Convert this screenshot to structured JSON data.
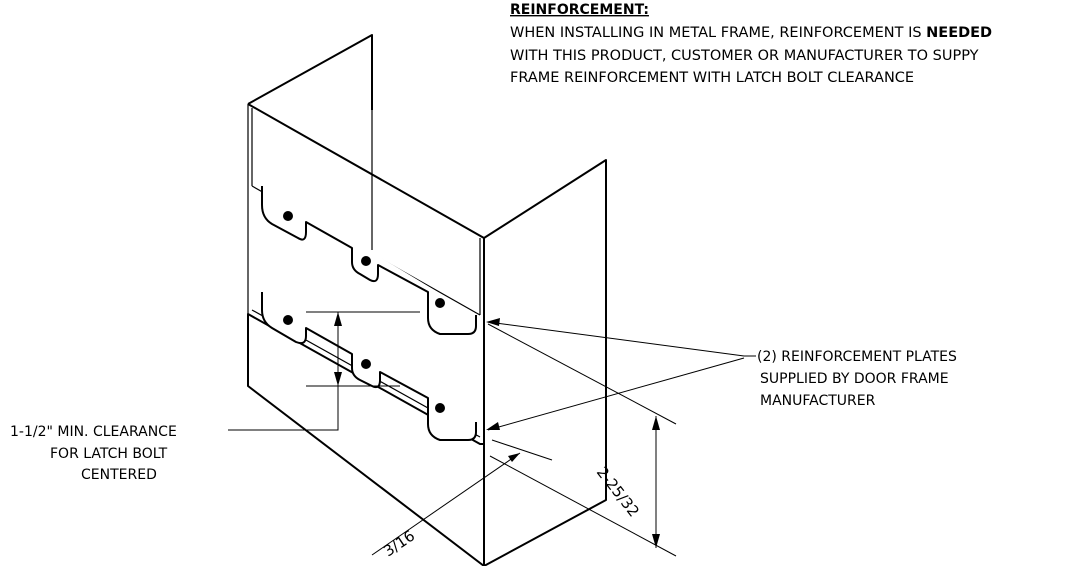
{
  "note": {
    "title": "REINFORCEMENT:",
    "line1_prefix": "WHEN INSTALLING IN METAL FRAME, REINFORCEMENT IS ",
    "line1_emphasis": "NEEDED",
    "line2": "WITH THIS PRODUCT, CUSTOMER OR MANUFACTURER TO SUPPY",
    "line3": "FRAME REINFORCEMENT WITH LATCH BOLT CLEARANCE"
  },
  "callouts": {
    "plates": {
      "line1": "(2) REINFORCEMENT PLATES",
      "line2": "SUPPLIED BY DOOR FRAME",
      "line3": "MANUFACTURER"
    },
    "clearance": {
      "line1": "1-1/2\" MIN. CLEARANCE",
      "line2": "FOR LATCH BOLT",
      "line3": "CENTERED"
    }
  },
  "dimensions": {
    "height": "2-25/32",
    "thickness": "3/16"
  }
}
